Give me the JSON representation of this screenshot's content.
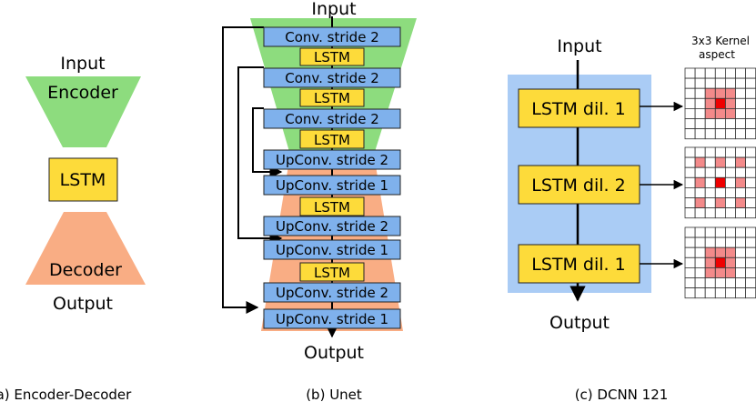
{
  "panel_a": {
    "input": "Input",
    "encoder": "Encoder",
    "lstm": "LSTM",
    "decoder": "Decoder",
    "output": "Output",
    "caption": "(a) Encoder-Decoder"
  },
  "panel_b": {
    "input": "Input",
    "output": "Output",
    "caption": "(b) Unet",
    "blocks": [
      "Conv. stride 2",
      "LSTM",
      "Conv. stride 2",
      "LSTM",
      "Conv. stride 2",
      "LSTM",
      "UpConv. stride 2",
      "UpConv. stride 1",
      "LSTM",
      "UpConv. stride 2",
      "UpConv. stride 1",
      "LSTM",
      "UpConv. stride 2",
      "UpConv. stride 1"
    ]
  },
  "panel_c": {
    "input": "Input",
    "output": "Output",
    "caption": "(c) DCNN 121",
    "kernel_title_1": "3x3 Kernel",
    "kernel_title_2": "aspect",
    "layers": [
      "LSTM dil. 1",
      "LSTM dil. 2",
      "LSTM dil. 1"
    ],
    "dilations": [
      1,
      2,
      1
    ]
  },
  "colors": {
    "encoder": "#8ddc7e",
    "decoder": "#f9ad84",
    "lstm": "#fddb3a",
    "conv": "#7fb1ec",
    "panel": "#aaccf5",
    "kernel_center": "#ee0000",
    "kernel_tap": "#f38a8a"
  }
}
